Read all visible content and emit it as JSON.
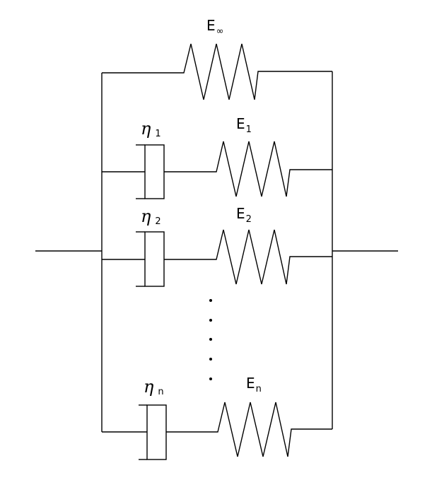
{
  "elements": {
    "e_inf": {
      "symbol": "E",
      "sub": "∞"
    },
    "e_1": {
      "symbol": "E",
      "sub": "1"
    },
    "e_2": {
      "symbol": "E",
      "sub": "2"
    },
    "e_n": {
      "symbol": "E",
      "sub": "n"
    },
    "eta_1": {
      "symbol": "η",
      "sub": "1"
    },
    "eta_2": {
      "symbol": "η",
      "sub": "2"
    },
    "eta_n": {
      "symbol": "η",
      "sub": "n"
    }
  },
  "colors": {
    "stroke": "#000000",
    "background": "#ffffff"
  }
}
